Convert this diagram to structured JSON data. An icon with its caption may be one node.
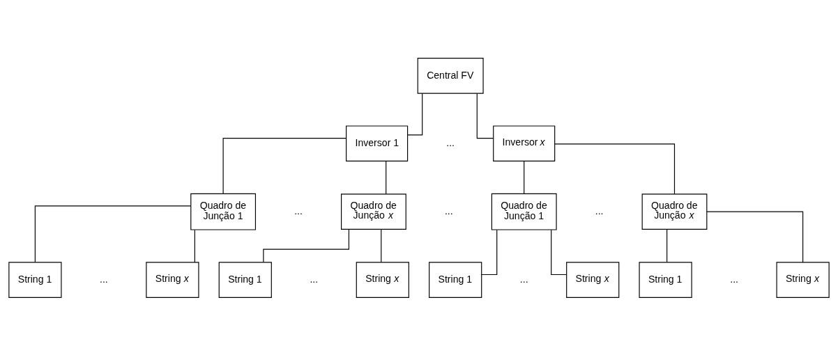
{
  "diagram": {
    "nodes": [
      {
        "text": [
          "Central FV"
        ]
      },
      {
        "text": [
          "Inversor 1"
        ]
      },
      {
        "text": [
          "Inversor *x*"
        ]
      },
      {
        "text": [
          "Quadro de Junção 1"
        ]
      },
      {
        "text": [
          "Quadro de Junção *x*"
        ]
      },
      {
        "text": [
          "Quadro de Junção 1"
        ]
      },
      {
        "text": [
          "Quadro de Junção *x*"
        ]
      },
      {
        "text": [
          "String 1"
        ]
      },
      {
        "text": [
          "String *x*"
        ]
      },
      {
        "text": [
          "String 1"
        ]
      },
      {
        "text": [
          "String *x*"
        ]
      },
      {
        "text": [
          "String 1"
        ]
      },
      {
        "text": [
          "String *x*"
        ]
      },
      {
        "text": [
          "String 1"
        ]
      },
      {
        "text": [
          "String *x*"
        ]
      }
    ],
    "edges": [
      {
        "from": 0,
        "to": 1,
        "arrow": "none"
      },
      {
        "from": 0,
        "to": 2,
        "arrow": "none"
      },
      {
        "from": 1,
        "to": 3,
        "arrow": "none"
      },
      {
        "from": 1,
        "to": 4,
        "arrow": "none"
      },
      {
        "from": 2,
        "to": 5,
        "arrow": "none"
      },
      {
        "from": 2,
        "to": 6,
        "arrow": "none"
      },
      {
        "from": 3,
        "to": 7,
        "arrow": "none"
      },
      {
        "from": 3,
        "to": 8,
        "arrow": "none"
      },
      {
        "from": 4,
        "to": 9,
        "arrow": "none"
      },
      {
        "from": 4,
        "to": 10,
        "arrow": "none"
      },
      {
        "from": 5,
        "to": 11,
        "arrow": "none"
      },
      {
        "from": 5,
        "to": 12,
        "arrow": "none"
      },
      {
        "from": 6,
        "to": 13,
        "arrow": "none"
      },
      {
        "from": 6,
        "to": 14,
        "arrow": "none"
      }
    ],
    "labels": [
      "...",
      "...",
      "...",
      "...",
      "...",
      "...",
      "...",
      "..."
    ]
  }
}
